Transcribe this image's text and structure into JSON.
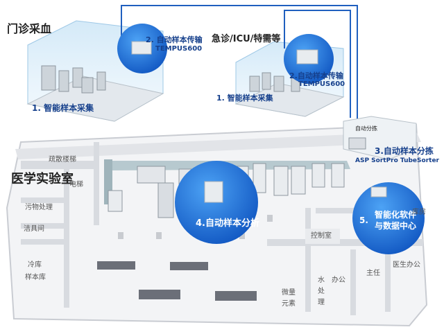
{
  "areas": {
    "outpatient": "门诊采血",
    "emergency": "急诊/ICU/特需等",
    "lab": "医学实验室"
  },
  "steps": {
    "outpatient_collect": "1. 智能样本采集",
    "outpatient_transport_1": "2. 自动样本传输",
    "outpatient_transport_2": "TEMPUS600",
    "emergency_transport_1": "2.自动样本传输",
    "emergency_transport_2": "TEMPUS600",
    "emergency_collect": "1. 智能样本采集",
    "sorting_1": "3.自动样本分拣",
    "sorting_2": "ASP SortPro TubeSorter",
    "analysis": "4.自动样本分析",
    "software_num": "5.",
    "software_1": "智能化软件",
    "software_2": "与数据中心",
    "sorter_tag": "自动分拣"
  },
  "rooms": {
    "stairs": "疏散楼梯",
    "elevator": "电梯",
    "waste": "污物处理",
    "clean": "洁具间",
    "cold_1": "冷库",
    "cold_2": "样本库",
    "control": "控制室",
    "warehouse": "库房",
    "office": "办公",
    "director": "主任",
    "doctor": "医生办公",
    "trace_1": "微量",
    "trace_2": "元素",
    "water_1": "水",
    "water_2": "处",
    "water_3": "理"
  },
  "colors": {
    "bubble": "#1f6fd6",
    "line": "#1f5fbf",
    "text_dark": "#222222",
    "text_navy": "#16408c"
  }
}
